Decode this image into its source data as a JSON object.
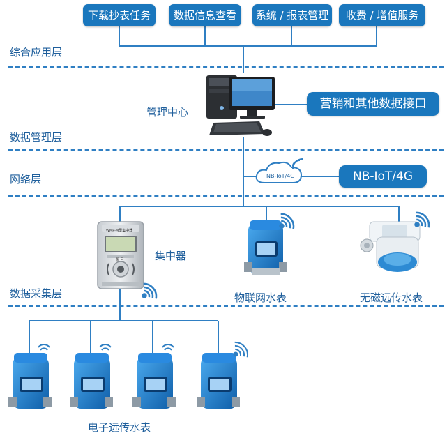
{
  "top_buttons": [
    "下载抄表任务",
    "数据信息查看",
    "系统 / 报表管理",
    "收费 / 增值服务"
  ],
  "layers": [
    "综合应用层",
    "数据管理层",
    "网络层",
    "数据采集层"
  ],
  "management_center": "管理中心",
  "marketing_interface": "营销和其他数据接口",
  "cloud_label": "NB-IoT/4G",
  "network_label": "NB-IoT/4G",
  "concentrator": {
    "label": "集中器",
    "screen_title": "WMP-M型集中器",
    "model": "型-C"
  },
  "iot_meter": "物联网水表",
  "nonmagnetic_meter": "无磁远传水表",
  "electronic_meters": "电子远传水表",
  "colors": {
    "accent": "#1a77bd",
    "line": "#2f7fc3",
    "device": "#1b78c9"
  }
}
